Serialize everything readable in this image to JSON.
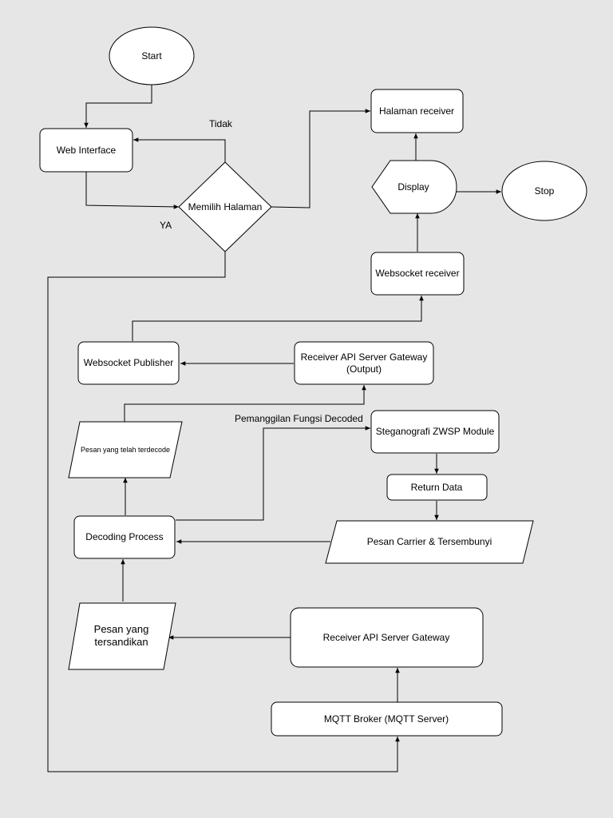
{
  "nodes": {
    "start": "Start",
    "web_interface": "Web Interface",
    "memilih_halaman": "Memilih Halaman",
    "halaman_receiver": "Halaman receiver",
    "display": "Display",
    "stop": "Stop",
    "websocket_receiver": "Websocket receiver",
    "websocket_publisher": "Websocket Publisher",
    "receiver_api_output_line1": "Receiver API Server Gateway",
    "receiver_api_output_line2": "(Output)",
    "pesan_terdecode": "Pesan yang telah terdecode",
    "steganografi_module": "Steganografi ZWSP Module",
    "return_data": "Return Data",
    "decoding_process": "Decoding Process",
    "pesan_carrier": "Pesan Carrier & Tersembunyi",
    "pesan_tersandikan_line1": "Pesan yang",
    "pesan_tersandikan_line2": "tersandikan",
    "receiver_api_gateway": "Receiver API Server Gateway",
    "mqtt_broker": "MQTT Broker (MQTT Server)"
  },
  "edge_labels": {
    "tidak": "Tidak",
    "ya": "YA",
    "pemanggilan": "Pemanggilan Fungsi Decoded"
  },
  "colors": {
    "background": "#e6e6e6",
    "node_fill": "#ffffff",
    "stroke": "#000000"
  }
}
